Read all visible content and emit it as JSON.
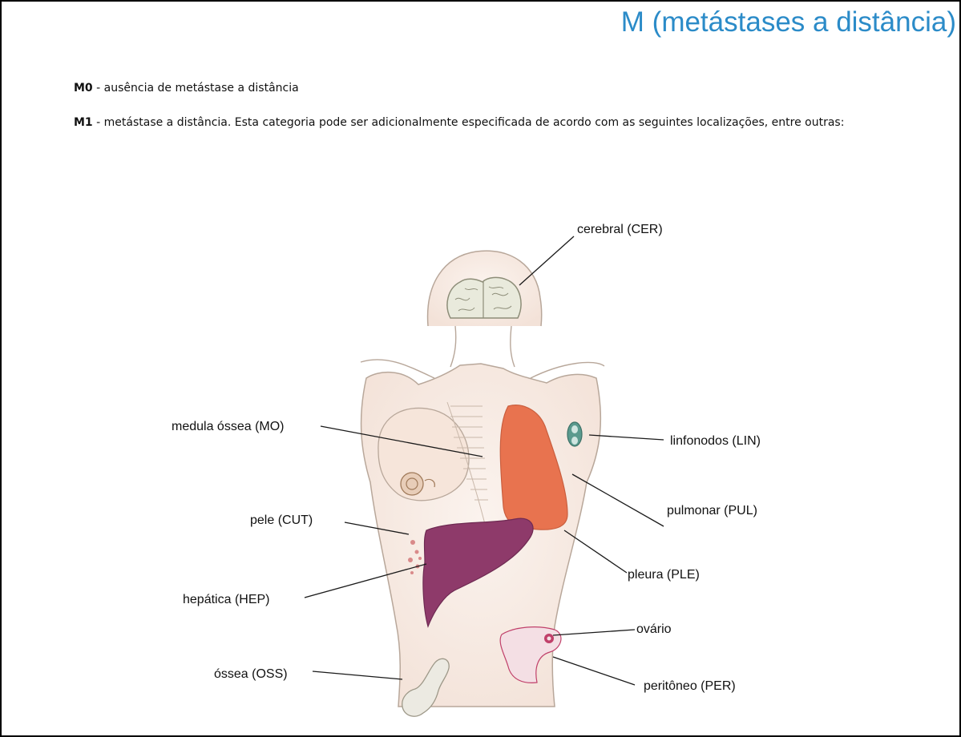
{
  "slide": {
    "title": "M (metástases a distância)",
    "definitions": [
      {
        "code": "M0",
        "separator": " - ",
        "text": "ausência de metástase a distância"
      },
      {
        "code": "M1",
        "separator": " - ",
        "text": "metástase a distância. Esta categoria pode ser adicionalmente especificada de acordo com as seguintes localizações, entre outras:"
      }
    ]
  },
  "figure": {
    "labels": {
      "cer": "cerebral (CER)",
      "mo": "medula óssea (MO)",
      "lin": "linfonodos (LIN)",
      "pul": "pulmonar (PUL)",
      "cut": "pele (CUT)",
      "hep": "hepática (HEP)",
      "ple": "pleura (PLE)",
      "ovario": "ovário",
      "oss": "óssea (OSS)",
      "per": "peritôneo (PER)"
    },
    "colors": {
      "skin": "#f8ece4",
      "outline": "#b8a79a",
      "lung": "#e8734f",
      "liver": "#8e3a6a",
      "node": "#5a9a8e",
      "ovary": "#c0406a",
      "title": "#2b8bc8"
    }
  }
}
